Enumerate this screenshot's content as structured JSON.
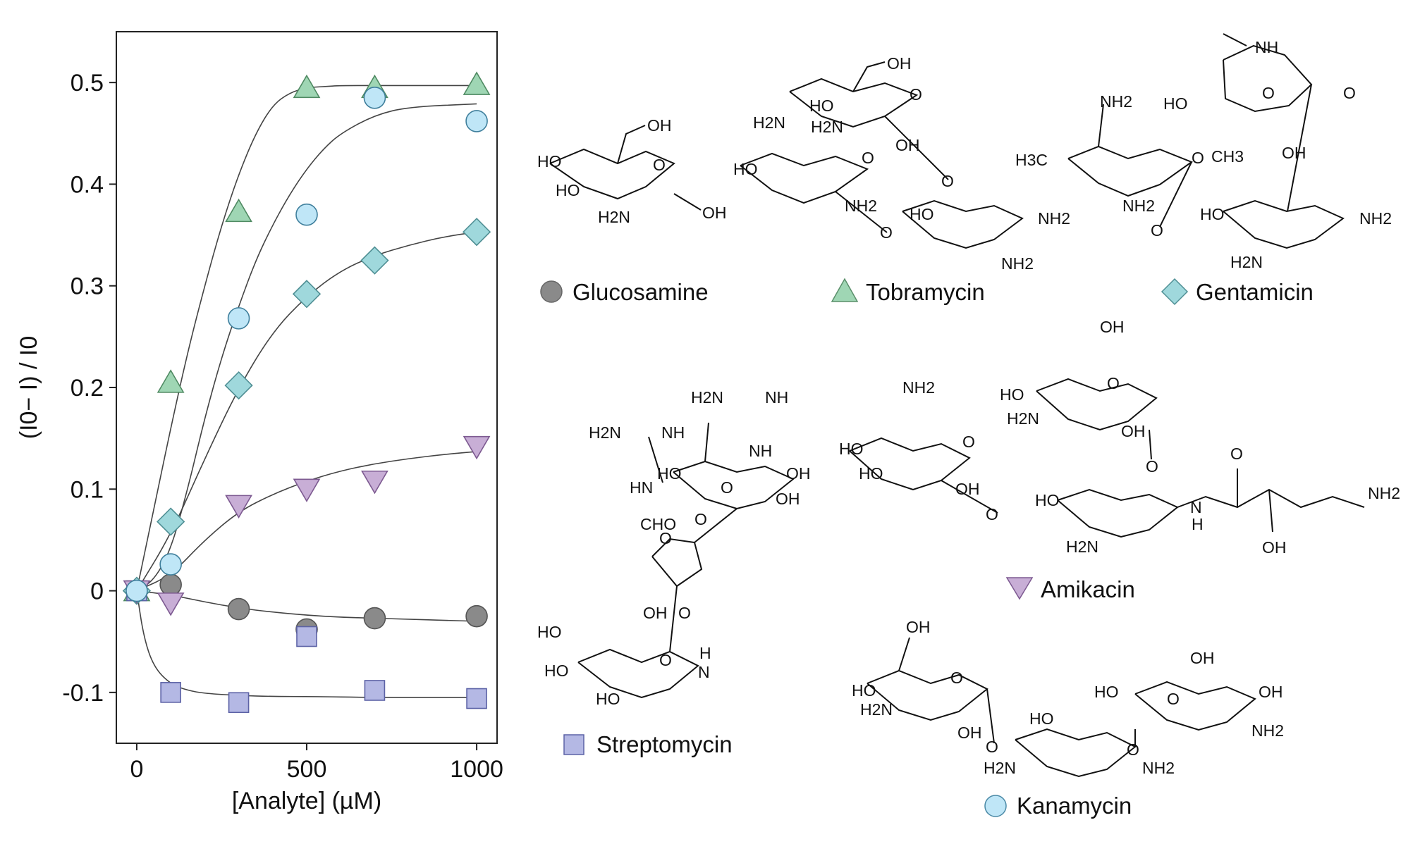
{
  "chart_data": {
    "type": "scatter",
    "xlabel": "[Analyte] (µM)",
    "ylabel": "(I0− I) / I0",
    "xlim": [
      -60,
      1060
    ],
    "ylim": [
      -0.15,
      0.55
    ],
    "xticks": [
      0,
      500,
      1000
    ],
    "yticks": [
      -0.1,
      0,
      0.1,
      0.2,
      0.3,
      0.4,
      0.5
    ],
    "xtick_labels": [
      "0",
      "500",
      "1000"
    ],
    "ytick_labels": [
      "-0.1",
      "0",
      "0.1",
      "0.2",
      "0.3",
      "0.4",
      "0.5"
    ],
    "grid": false,
    "legend": "right of plot, next to structures",
    "series": [
      {
        "name": "Glucosamine",
        "marker": "circle",
        "color": "#8a8a8a",
        "x": [
          0,
          100,
          300,
          500,
          700,
          1000
        ],
        "y": [
          0.0,
          0.006,
          -0.018,
          -0.038,
          -0.027,
          -0.025
        ],
        "fit_x": [
          0,
          100,
          200,
          300,
          400,
          500,
          600,
          700,
          800,
          900,
          1000
        ],
        "fit_y": [
          0.0,
          -0.004,
          -0.011,
          -0.017,
          -0.021,
          -0.024,
          -0.026,
          -0.027,
          -0.028,
          -0.029,
          -0.03
        ]
      },
      {
        "name": "Tobramycin",
        "marker": "triangle-up",
        "color": "#9fd6b4",
        "x": [
          0,
          100,
          300,
          500,
          700,
          1000
        ],
        "y": [
          0.0,
          0.205,
          0.373,
          0.495,
          0.495,
          0.498
        ],
        "fit_x": [
          0,
          50,
          100,
          150,
          200,
          250,
          300,
          350,
          400,
          450,
          500,
          550,
          600,
          700,
          800,
          1000
        ],
        "fit_y": [
          0.0,
          0.08,
          0.16,
          0.235,
          0.3,
          0.36,
          0.41,
          0.45,
          0.478,
          0.49,
          0.495,
          0.496,
          0.497,
          0.497,
          0.497,
          0.497
        ]
      },
      {
        "name": "Gentamicin",
        "marker": "diamond",
        "color": "#9fd8dc",
        "x": [
          0,
          100,
          300,
          500,
          700,
          1000
        ],
        "y": [
          0.0,
          0.068,
          0.202,
          0.292,
          0.325,
          0.353
        ],
        "fit_x": [
          0,
          100,
          200,
          300,
          400,
          500,
          600,
          700,
          800,
          900,
          1000
        ],
        "fit_y": [
          0.0,
          0.055,
          0.13,
          0.2,
          0.255,
          0.29,
          0.315,
          0.33,
          0.34,
          0.348,
          0.353
        ]
      },
      {
        "name": "Streptomycin",
        "marker": "square",
        "color": "#b4b8e4",
        "x": [
          0,
          100,
          300,
          500,
          700,
          1000
        ],
        "y": [
          0.0,
          -0.1,
          -0.11,
          -0.045,
          -0.098,
          -0.106
        ],
        "fit_x": [
          0,
          20,
          50,
          100,
          150,
          200,
          300,
          400,
          500,
          700,
          1000
        ],
        "fit_y": [
          0.0,
          -0.045,
          -0.075,
          -0.092,
          -0.098,
          -0.101,
          -0.103,
          -0.104,
          -0.104,
          -0.105,
          -0.105
        ]
      },
      {
        "name": "Amikacin",
        "marker": "triangle-down",
        "color": "#c8aed6",
        "x": [
          0,
          100,
          300,
          500,
          700,
          1000
        ],
        "y": [
          0.0,
          -0.012,
          0.084,
          0.1,
          0.108,
          0.142
        ],
        "fit_x": [
          0,
          100,
          200,
          300,
          400,
          500,
          600,
          700,
          800,
          900,
          1000
        ],
        "fit_y": [
          0.0,
          0.015,
          0.05,
          0.078,
          0.095,
          0.108,
          0.118,
          0.125,
          0.13,
          0.134,
          0.137
        ]
      },
      {
        "name": "Kanamycin",
        "marker": "circle",
        "color": "#bfe6f7",
        "x": [
          0,
          100,
          300,
          500,
          700,
          1000
        ],
        "y": [
          0.0,
          0.026,
          0.268,
          0.37,
          0.485,
          0.462
        ],
        "fit_x": [
          0,
          50,
          100,
          150,
          200,
          250,
          300,
          350,
          400,
          450,
          500,
          550,
          600,
          700,
          800,
          1000
        ],
        "fit_y": [
          0.0,
          0.01,
          0.04,
          0.1,
          0.17,
          0.23,
          0.28,
          0.325,
          0.36,
          0.39,
          0.415,
          0.435,
          0.45,
          0.468,
          0.476,
          0.479
        ]
      }
    ]
  },
  "legend": {
    "glucosamine": "Glucosamine",
    "tobramycin": "Tobramycin",
    "gentamicin": "Gentamicin",
    "streptomycin": "Streptomycin",
    "amikacin": "Amikacin",
    "kanamycin": "Kanamycin"
  },
  "structures": {
    "glucosamine": [
      "OH",
      "HO",
      "HO",
      "O",
      "H2N",
      "OH"
    ],
    "tobramycin": [
      "OH",
      "HO",
      "O",
      "H2N",
      "OH",
      "H2N",
      "HO",
      "O",
      "NH2",
      "O",
      "HO",
      "NH2",
      "O",
      "NH2"
    ],
    "gentamicin": [
      "NH",
      "NH2",
      "HO",
      "O",
      "O",
      "H3C",
      "CH3",
      "OH",
      "O",
      "NH2",
      "HO",
      "NH2",
      "O",
      "H2N"
    ],
    "streptomycin": [
      "H2N",
      "NH",
      "H2N",
      "NH",
      "NH",
      "HO",
      "OH",
      "HN",
      "O",
      "OH",
      "CHO",
      "O",
      "O",
      "OH",
      "O",
      "HO",
      "O",
      "H",
      "HO",
      "N",
      "HO"
    ],
    "amikacin": [
      "OH",
      "NH2",
      "HO",
      "O",
      "H2N",
      "OH",
      "O",
      "HO",
      "O",
      "HO",
      "OH",
      "HO",
      "O",
      "N",
      "H",
      "NH2",
      "O",
      "H2N",
      "OH"
    ],
    "kanamycin": [
      "OH",
      "OH",
      "HO",
      "O",
      "HO",
      "O",
      "H2N",
      "OH",
      "HO",
      "OH",
      "O",
      "O",
      "NH2",
      "H2N",
      "NH2"
    ]
  },
  "colors": {
    "glucosamine": "#8a8a8a",
    "tobramycin": "#9fd6b4",
    "gentamicin": "#9fd8dc",
    "streptomycin": "#b4b8e4",
    "amikacin": "#c8aed6",
    "kanamycin": "#bfe6f7"
  }
}
